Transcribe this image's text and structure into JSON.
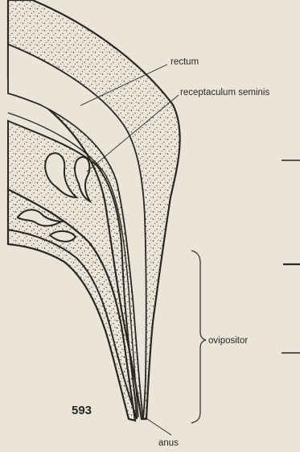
{
  "figure": {
    "number": "593",
    "labels": {
      "rectum": "rectum",
      "receptaculum": "receptaculum seminis",
      "ovipositor": "ovipositor",
      "anus": "anus"
    }
  },
  "colors": {
    "paper": "#ebe5d9",
    "ink": "#2b2622",
    "stipple": "#3a332c"
  }
}
